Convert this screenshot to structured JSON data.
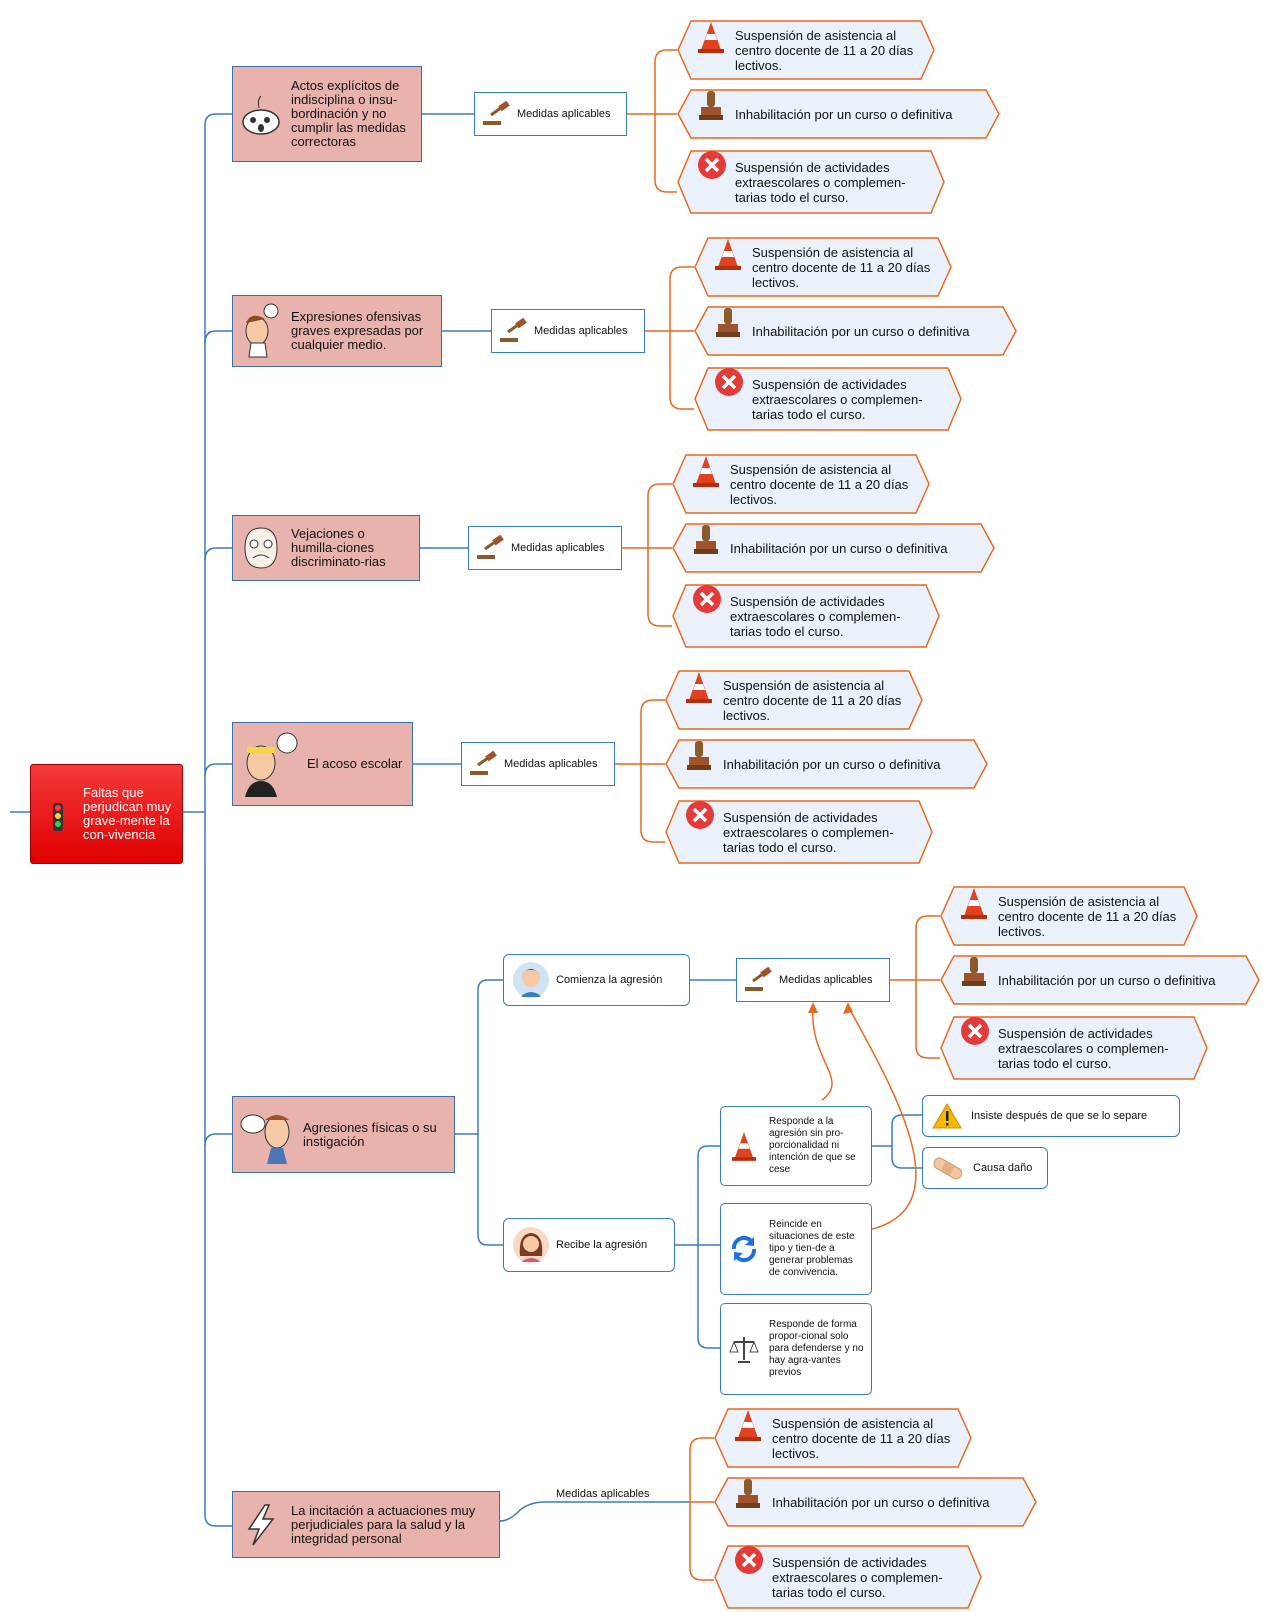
{
  "root": {
    "label": "Faltas que perjudican muy grave-mente la con-vivencia",
    "icon": "traffic-light-icon"
  },
  "medidas_label": "Medidas aplicables",
  "measures": {
    "suspension_asistencia": "Suspensión de asistencia al centro docente de 11 a 20 días lectivos.",
    "inhabilitacion": "Inhabilitación por un curso o definitiva",
    "suspension_actividades": "Suspensión de actividades extraescolares o complemen-tarias todo el curso."
  },
  "topics": [
    {
      "label": "Actos explícitos de indisciplina o insu-bordinación y no cumplir las medidas correctoras",
      "icon": "annoyed-face-icon"
    },
    {
      "label": "Expresiones ofensivas graves expresadas por cualquier medio.",
      "icon": "cursing-person-icon"
    },
    {
      "label": "Vejaciones o humilla-ciones discriminato-rias",
      "icon": "crying-face-icon"
    },
    {
      "label": "El acoso escolar",
      "icon": "laughing-person-icon"
    },
    {
      "label": "Agresiones físicas o su instigación",
      "icon": "oops-person-icon"
    },
    {
      "label": "La incitación a actuaciones muy perjudiciales para la salud y la integridad personal",
      "icon": "lightning-icon"
    }
  ],
  "agresion": {
    "comienza": "Comienza la agresión",
    "recibe": "Recibe la agresión",
    "responses": [
      {
        "label": "Responde a la agresión sin pro-porcionalidad ni intención de que se cese",
        "icon": "cone-icon"
      },
      {
        "label": "Reincide en situaciones de este tipo y tien-de a generar problemas de convivencia.",
        "icon": "refresh-icon"
      },
      {
        "label": "Responde de forma propor-cional solo para defenderse y no hay agra-vantes previos",
        "icon": "scales-icon"
      }
    ],
    "insiste": "Insiste después de que se lo separe",
    "causa": "Causa daño"
  },
  "colors": {
    "blue_line": "#3a7bbf",
    "orange_line": "#e8691e",
    "hex_fill": "#eaf1fb",
    "topic_fill": "#e8b3ad",
    "root_fill": "#ee1111"
  }
}
